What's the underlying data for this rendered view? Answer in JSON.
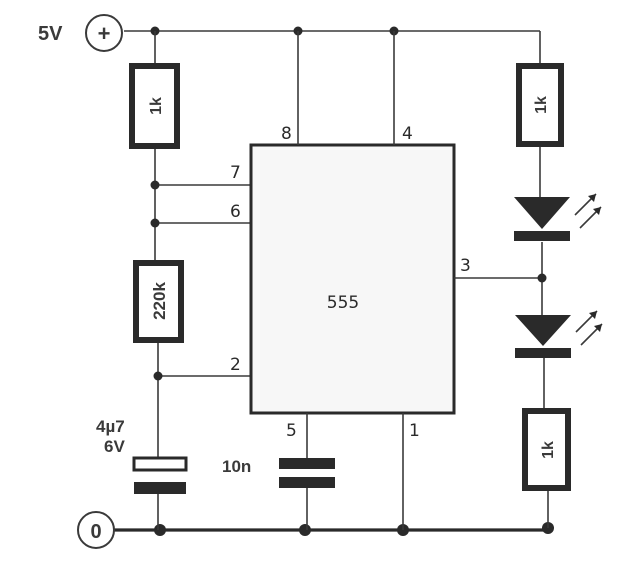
{
  "supply": {
    "label": "5V",
    "plus_symbol": "+"
  },
  "ground": {
    "symbol": "0"
  },
  "ic": {
    "name": "555",
    "pins": {
      "p8": "8",
      "p4": "4",
      "p7": "7",
      "p6": "6",
      "p2": "2",
      "p3": "3",
      "p5": "5",
      "p1": "1"
    }
  },
  "components": {
    "r_top_left": "1k",
    "r_mid_left": "220k",
    "r_top_right": "1k",
    "r_bottom_right": "1k",
    "c_timing_value": "4µ7",
    "c_timing_voltage": "6V",
    "c_control": "10n"
  },
  "leds": [
    {
      "name": "led-upper",
      "color": "#2a2a2a"
    },
    {
      "name": "led-lower",
      "color": "#2a2a2a"
    }
  ],
  "colors": {
    "ink": "#2a2a2a",
    "resistor_fill": "#ffffff",
    "ic_fill": "#f7f7f7"
  }
}
